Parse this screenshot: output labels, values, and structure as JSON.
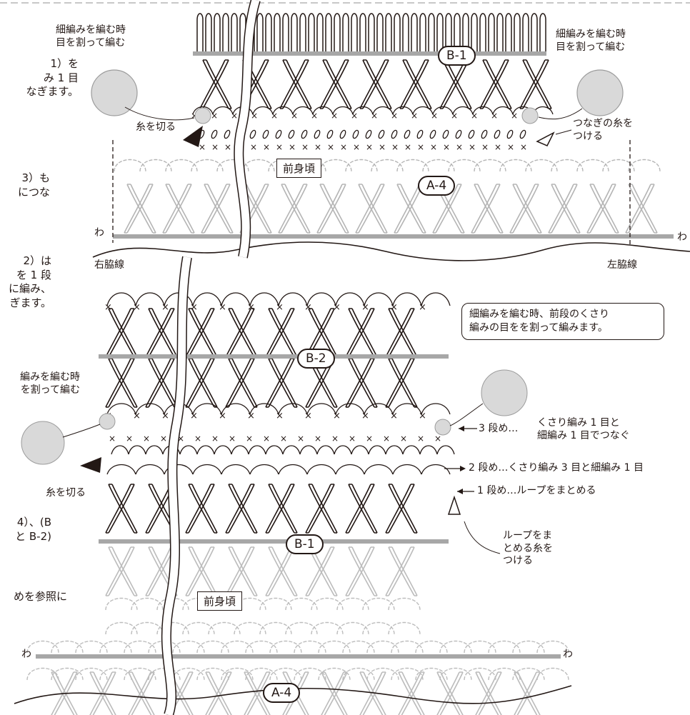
{
  "colors": {
    "ink": "#231815",
    "gray": "#a7a7a7",
    "light": "#c9c9c9",
    "panel_gray": "#9c9c9c"
  },
  "top_panel": {
    "band_label": "B-1",
    "body_label": "前身頃",
    "lower_band_label": "A-4",
    "note_left": "細編みを編む時\n目を割って編む",
    "note_right": "細編みを編む時\n目を割って編む",
    "cut_label": "糸を切る",
    "attach_label": "つなぎの糸を\nつける",
    "right_side_label": "右脇線",
    "left_side_label": "左脇線",
    "wa_left": "わ",
    "wa_right": "わ"
  },
  "left_text": {
    "frag1": "1）を\nみ 1 目\nなぎます。",
    "frag2": "3）も\nにつな",
    "frag3": "2）は\nを 1 段\nに編み、\nぎます。",
    "frag4": "編みを編む時\nを割って編む",
    "frag5": "4）、(B\nと B-2)",
    "frag6": "めを参照に"
  },
  "bottom_panel": {
    "top_band": "B-2",
    "mid_band": "B-1",
    "body_label": "前身頃",
    "lower_band": "A-4",
    "callout": "細編みを編む時、前段のくさり\n編みの目をを割って編みます。",
    "row3": "3 段め…",
    "row3_text": "くさり編み 1 目と\n細編み 1 目でつなぐ",
    "row2": "2 段め…くさり編み 3 目と細編み 1 目",
    "row1": "1 段め…ループをまとめる",
    "cut_label": "糸を切る",
    "attach_label": "ループをま\nとめる糸を\nつける",
    "wa_left": "わ",
    "wa_right": "わ"
  }
}
